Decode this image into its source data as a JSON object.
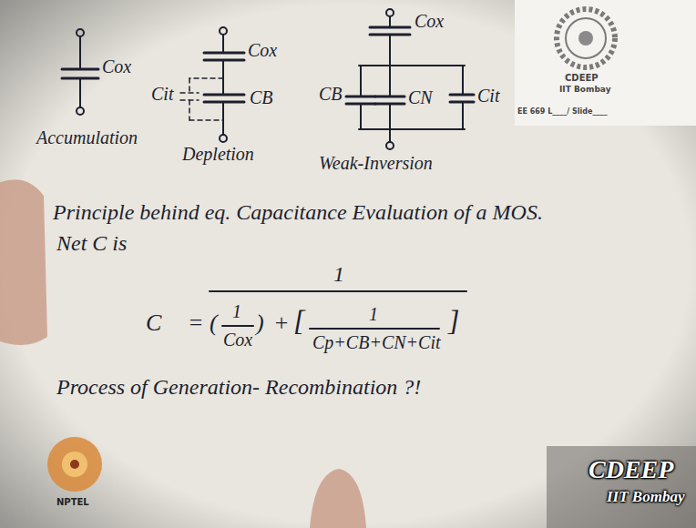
{
  "diagram": {
    "labels": [
      "Cox",
      "Accumulation",
      "Cox",
      "Cit",
      "CB",
      "Depletion",
      "Cox",
      "CB",
      "CN",
      "Cit",
      "Weak-Inversion",
      "CDEEP",
      "IIT Bombay",
      "EE 669 L____/ Slide____",
      "Principle behind eq. Capacitance Evaluation of a MOS.",
      "Net C is",
      "C",
      "=",
      "1",
      "(",
      "1",
      "Cox",
      ")",
      "+",
      "[",
      "1",
      "Cp+CB+CN+Cit",
      "]",
      "Process of Generation- Recombination ?!",
      "NPTEL",
      "CDEEP",
      "IIT Bombay"
    ]
  }
}
